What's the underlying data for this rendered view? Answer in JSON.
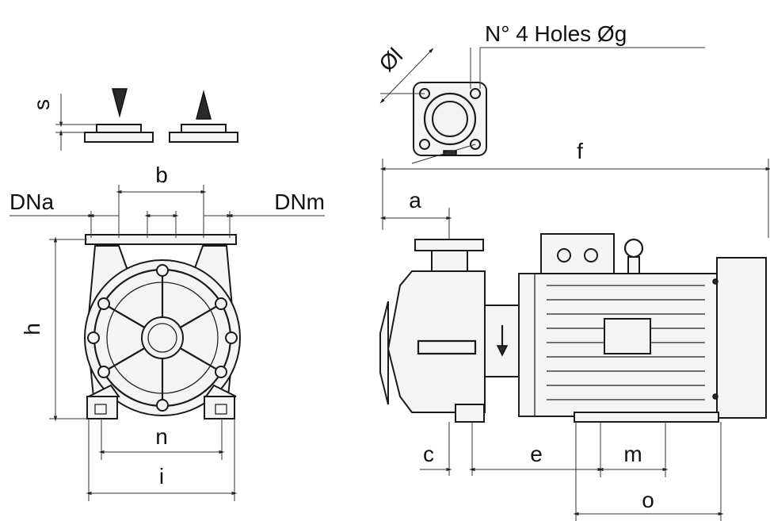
{
  "labels": {
    "holes_note": "N° 4 Holes Øg",
    "phi_l": "Øl",
    "f": "f",
    "s": "s",
    "b": "b",
    "dna": "DNa",
    "dnm": "DNm",
    "a": "a",
    "h": "h",
    "n": "n",
    "i": "i",
    "c": "c",
    "e": "e",
    "m": "m",
    "o": "o"
  }
}
